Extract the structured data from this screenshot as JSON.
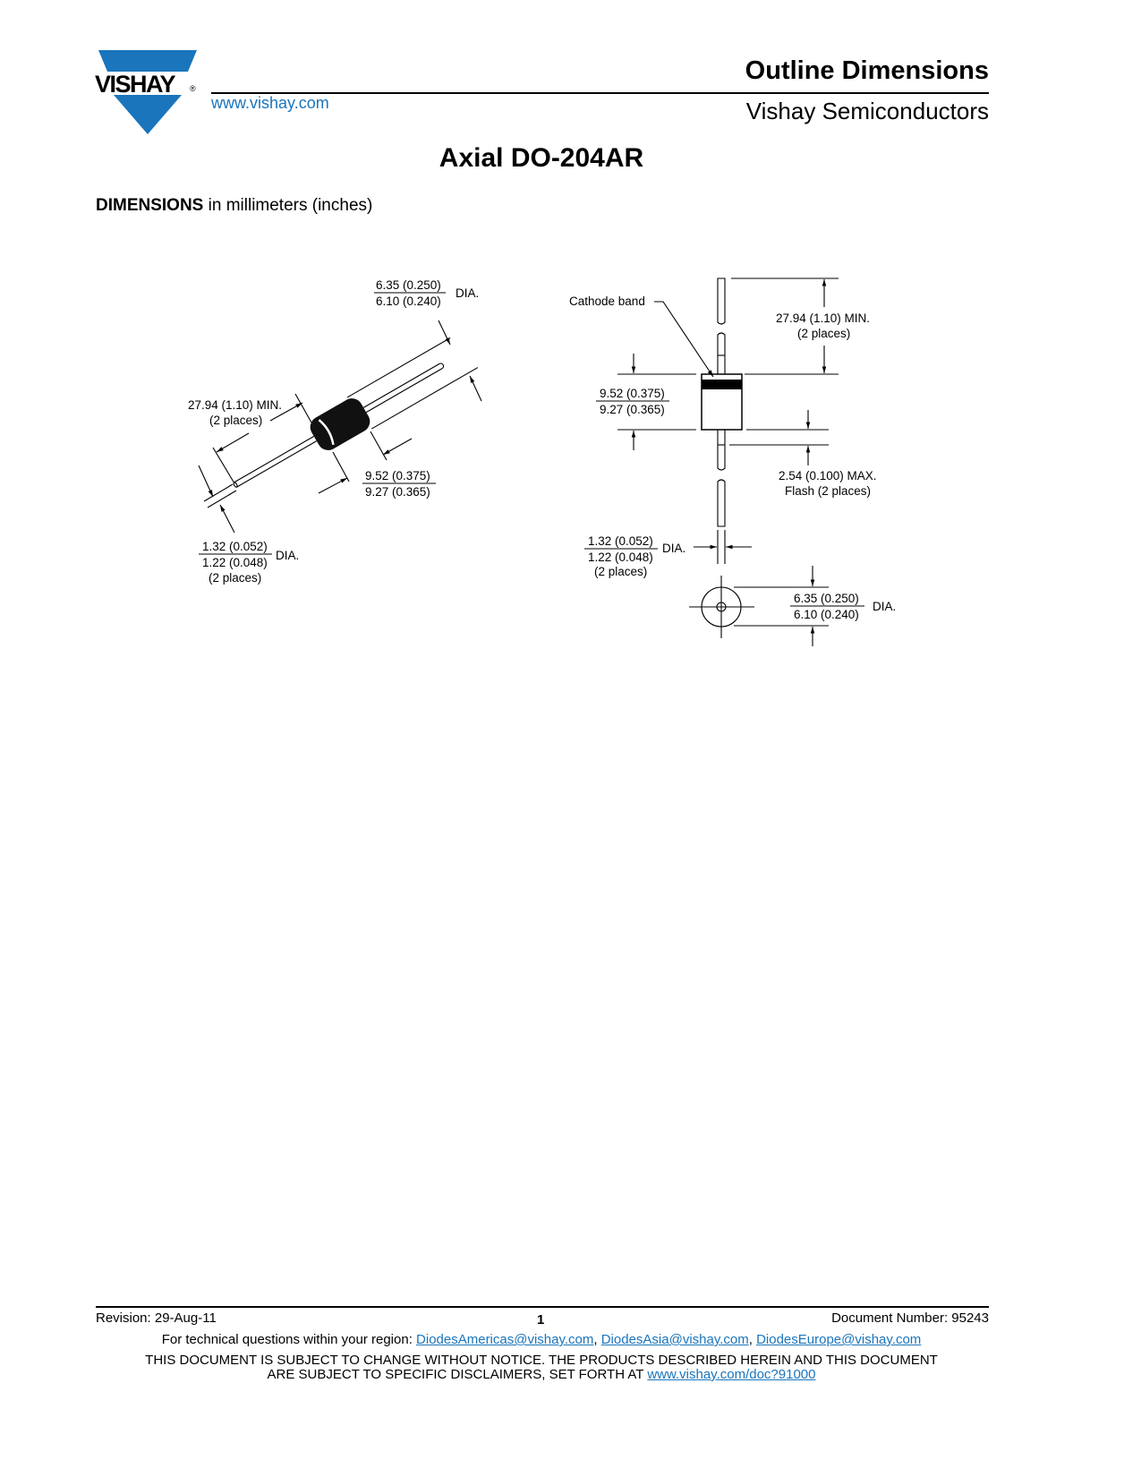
{
  "header": {
    "logo_text": "VISHAY",
    "logo_registered": "®",
    "website": "www.vishay.com",
    "title": "Outline Dimensions",
    "subtitle": "Vishay Semiconductors",
    "brand_color": "#1a75bc"
  },
  "page_title": "Axial DO-204AR",
  "section": {
    "bold": "DIMENSIONS",
    "rest": " in millimeters (inches)"
  },
  "left_view": {
    "body_dia_max": "6.35 (0.250)",
    "body_dia_min": "6.10 (0.240)",
    "body_dia_suffix": "DIA.",
    "lead_len_line1": "27.94 (1.10) MIN.",
    "lead_len_line2": "(2 places)",
    "body_len_max": "9.52 (0.375)",
    "body_len_min": "9.27 (0.365)",
    "lead_dia_max": "1.32 (0.052)",
    "lead_dia_min": "1.22 (0.048)",
    "lead_dia_suffix": "DIA.",
    "lead_dia_note": "(2 places)"
  },
  "right_view": {
    "cathode_label": "Cathode band",
    "lead_len_line1": "27.94 (1.10) MIN.",
    "lead_len_line2": "(2 places)",
    "body_len_max": "9.52 (0.375)",
    "body_len_min": "9.27 (0.365)",
    "flash_line1": "2.54 (0.100) MAX.",
    "flash_line2": "Flash (2 places)",
    "lead_dia_max": "1.32 (0.052)",
    "lead_dia_min": "1.22 (0.048)",
    "lead_dia_suffix": "DIA.",
    "lead_dia_note": "(2 places)",
    "body_dia_max": "6.35 (0.250)",
    "body_dia_min": "6.10 (0.240)",
    "body_dia_suffix": "DIA."
  },
  "footer": {
    "revision": "Revision: 29-Aug-11",
    "page_number": "1",
    "document_number": "Document Number: 95243",
    "contact_prefix": "For technical questions within your region: ",
    "email_americas": "DiodesAmericas@vishay.com",
    "sep1": ", ",
    "email_asia": "DiodesAsia@vishay.com",
    "sep2": ", ",
    "email_europe": "DiodesEurope@vishay.com",
    "disclaimer_line1": "THIS DOCUMENT IS SUBJECT TO CHANGE WITHOUT NOTICE. THE PRODUCTS DESCRIBED HEREIN AND THIS DOCUMENT",
    "disclaimer_line2_prefix": "ARE SUBJECT TO SPECIFIC DISCLAIMERS, SET FORTH AT ",
    "disclaimer_link": "www.vishay.com/doc?91000"
  }
}
